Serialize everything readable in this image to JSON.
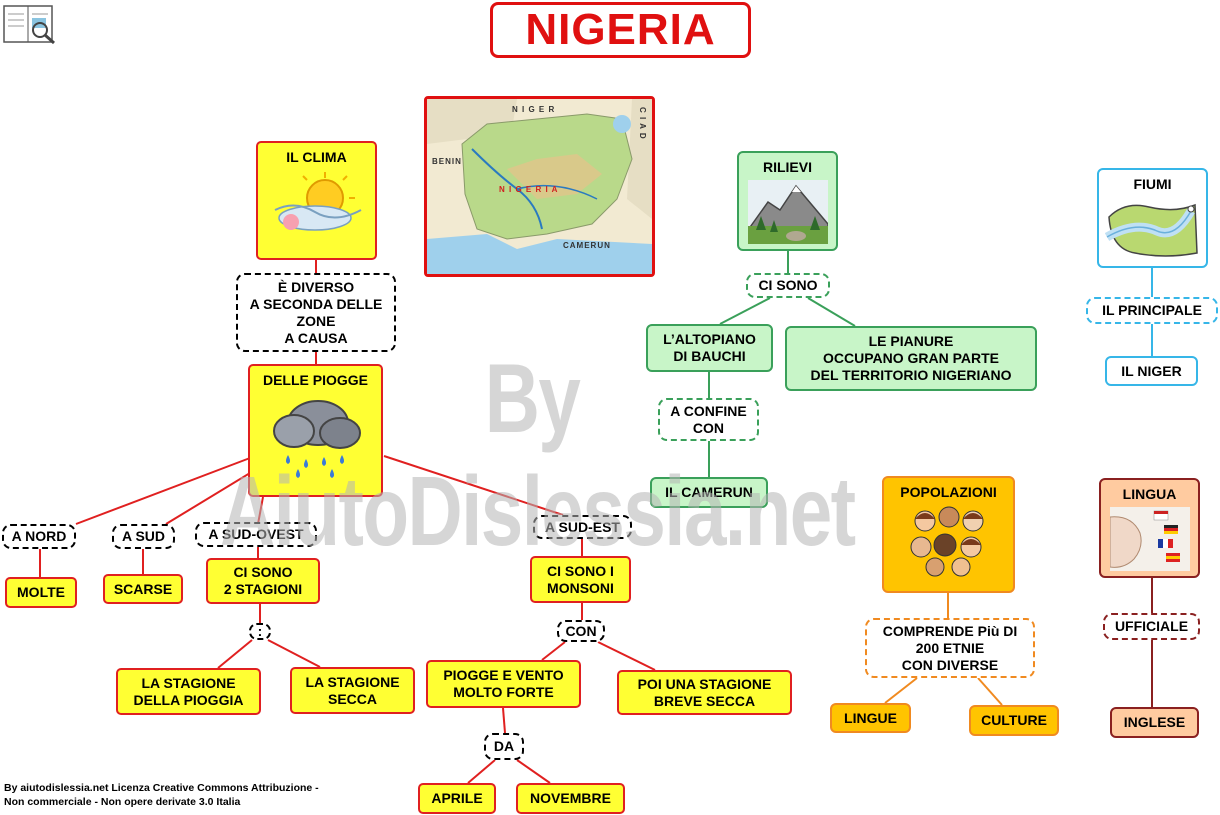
{
  "title": "NIGERIA",
  "watermark": "By AiutoDislessia.net",
  "credit": "By aiutodislessia.net Licenza Creative Commons Attribuzione -\nNon commerciale - Non opere derivate 3.0 Italia",
  "map": {
    "niger": "N I G E R",
    "ciad": "C I A D",
    "benin": "BENIN",
    "nigeria": "N I G E R I A",
    "camerun": "CAMERUN"
  },
  "nodes": {
    "clima": "IL CLIMA",
    "diverso": "È DIVERSO\nA SECONDA DELLE\nZONE\nA CAUSA",
    "piogge": "DELLE PIOGGE",
    "nord": "A NORD",
    "sud": "A SUD",
    "sudovest": "A SUD-OVEST",
    "sudest": "A SUD-EST",
    "molte": "MOLTE",
    "scarse": "SCARSE",
    "duestagioni": "CI SONO\n2 STAGIONI",
    "monsoni": "CI SONO I\nMONSONI",
    "colon": ":",
    "con": "CON",
    "pioggia": "LA STAGIONE\nDELLA PIOGGIA",
    "secca": "LA STAGIONE\nSECCA",
    "vento": "PIOGGE E VENTO\nMOLTO FORTE",
    "breve": "POI UNA STAGIONE\nBREVE SECCA",
    "da": "DA",
    "aprile": "APRILE",
    "novembre": "NOVEMBRE",
    "rilievi": "RILIEVI",
    "cisono": "CI SONO",
    "altopiano": "L’ALTOPIANO\nDI BAUCHI",
    "pianure": "LE PIANURE\nOCCUPANO GRAN PARTE\nDEL TERRITORIO NIGERIANO",
    "confine": "A CONFINE\nCON",
    "camerun": "IL CAMERUN",
    "fiumi": "FIUMI",
    "principale": "IL PRINCIPALE",
    "niger": "IL NIGER",
    "popolazioni": "POPOLAZIONI",
    "comprende": "COMPRENDE Più DI\n200 ETNIE\nCON DIVERSE",
    "lingue": "LINGUE",
    "culture": "CULTURE",
    "lingua": "LINGUA",
    "ufficiale": "UFFICIALE",
    "inglese": "INGLESE"
  },
  "colors": {
    "red": "#e02020",
    "yellow": "#ffff33",
    "green": "#3aa05a",
    "cyan": "#36b6e8",
    "orange": "#f08a20",
    "maroon": "#8a2020"
  }
}
